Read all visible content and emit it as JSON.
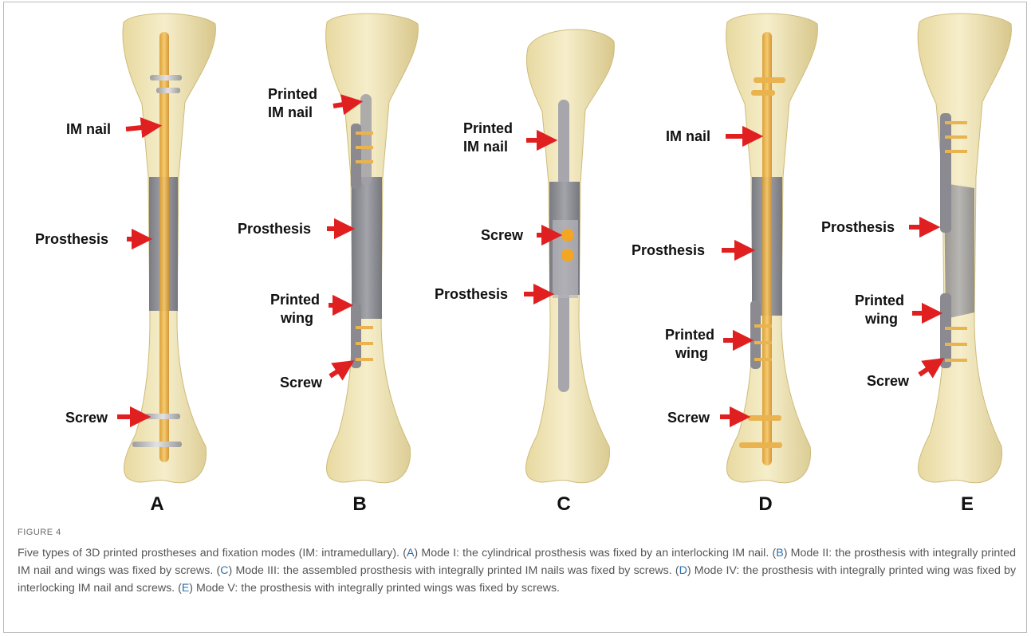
{
  "figure": {
    "label": "FIGURE 4",
    "caption_intro": "Five types of 3D printed prostheses and fixation modes (IM: intramedullary).",
    "caption_parts": [
      {
        "letter": "A",
        "text": "Mode I: the cylindrical prosthesis was fixed by an interlocking IM nail."
      },
      {
        "letter": "B",
        "text": "Mode II: the prosthesis with integrally printed IM nail and wings was fixed by screws."
      },
      {
        "letter": "C",
        "text": "Mode III: the assembled prosthesis with integrally printed IM nails was fixed by screws."
      },
      {
        "letter": "D",
        "text": "Mode IV: the prosthesis with integrally printed wing was fixed by interlocking IM nail and screws."
      },
      {
        "letter": "E",
        "text": "Mode V: the prosthesis with integrally printed wings was fixed by screws."
      }
    ]
  },
  "panels": [
    {
      "letter": "A",
      "labels": {
        "nail": "IM nail",
        "prosthesis": "Prosthesis",
        "screw": "Screw"
      }
    },
    {
      "letter": "B",
      "labels": {
        "nail_1": "Printed",
        "nail_2": "IM nail",
        "prosthesis": "Prosthesis",
        "wing_1": "Printed",
        "wing_2": "wing",
        "screw": "Screw"
      }
    },
    {
      "letter": "C",
      "labels": {
        "nail_1": "Printed",
        "nail_2": "IM nail",
        "screw": "Screw",
        "prosthesis": "Prosthesis"
      }
    },
    {
      "letter": "D",
      "labels": {
        "nail": "IM nail",
        "prosthesis": "Prosthesis",
        "wing_1": "Printed",
        "wing_2": "wing",
        "screw": "Screw"
      }
    },
    {
      "letter": "E",
      "labels": {
        "prosthesis": "Prosthesis",
        "wing_1": "Printed",
        "wing_2": "wing",
        "screw": "Screw"
      }
    }
  ],
  "colors": {
    "bone": "#f1e6b4",
    "bone_shade": "#d9c98a",
    "prosthesis": "#8e8e94",
    "nail_gold": "#e9b450",
    "arrow": "#e02020"
  }
}
